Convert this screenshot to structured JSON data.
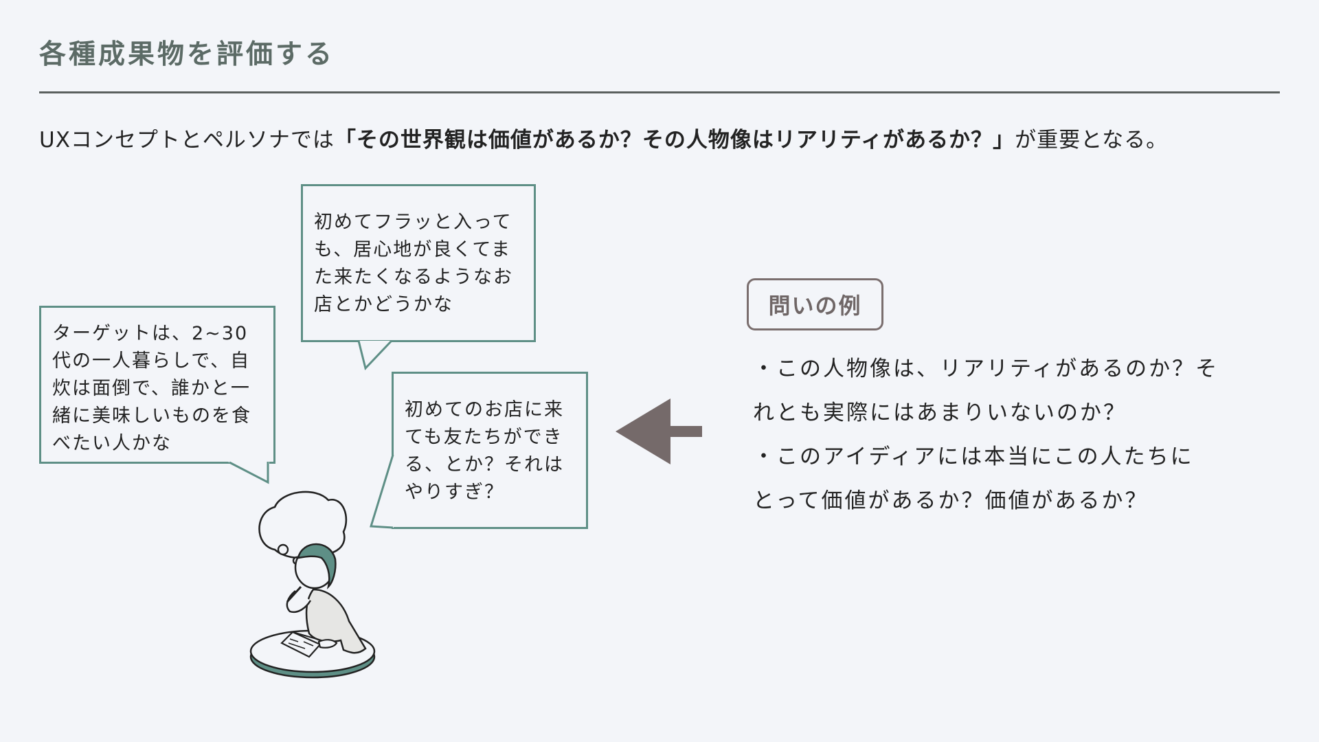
{
  "header": {
    "title": "各種成果物を評価する"
  },
  "lead": {
    "prefix": "UXコンセプトとペルソナでは",
    "emphasis": "「その世界観は価値があるか？その人物像はリアリティがあるか？」",
    "suffix": "が重要となる。"
  },
  "bubbles": {
    "left": [
      "ターゲットは、2~30",
      "代の一人暮らしで、自",
      "炊は面倒で、誰かと一",
      "緒に美味しいものを食",
      "べたい人かな"
    ],
    "top": [
      "初めてフラッと入って",
      "も、居心地が良くてま",
      "た来たくなるようなお",
      "店とかどうかな"
    ],
    "middle": [
      "初めてのお店に来",
      "ても友たちができ",
      "る、とか？それは",
      "やりすぎ？"
    ]
  },
  "questions": {
    "label": "問いの例",
    "lines": [
      "・この人物像は、リアリティがあるのか？そ",
      "れとも実際にはあまりいないのか？",
      "・このアイディアには本当にこの人たちに",
      "とって価値があるか？価値があるか？"
    ]
  },
  "colors": {
    "accent_teal": "#5e8f86",
    "arrow": "#756a6a",
    "title": "#5c6b66",
    "rule": "#5a605e",
    "background": "#f3f5f9"
  },
  "icons": {
    "arrow": "left-arrow-icon",
    "illustration": "person-thinking-illustration"
  }
}
